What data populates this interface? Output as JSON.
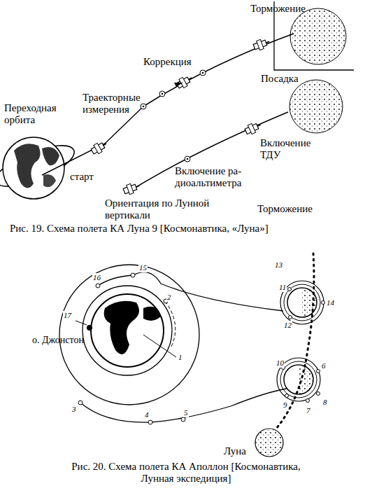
{
  "diagram": {
    "labels": [
      "Торможение",
      "Коррекция",
      "Переходная орбита",
      "Траекторные измерения",
      "старт",
      "Посадка",
      "Включение ТДУ",
      "Включение ра- диоальтиметра",
      "Ориентация по Лунной вертикали",
      "Торможение",
      "Рис. 19. Схема полета КА Луна 9 [Космонавтика, «Луна»]",
      "1",
      "2",
      "3",
      "4",
      "5",
      "6",
      "7",
      "8",
      "9",
      "10",
      "11",
      "12",
      "13",
      "14",
      "15",
      "16",
      "17",
      "о. Джонстон",
      "Луна",
      "Рис. 20. Схема полета КА Аполлон [Космонавтика, Лунная экспедиция]"
    ]
  }
}
